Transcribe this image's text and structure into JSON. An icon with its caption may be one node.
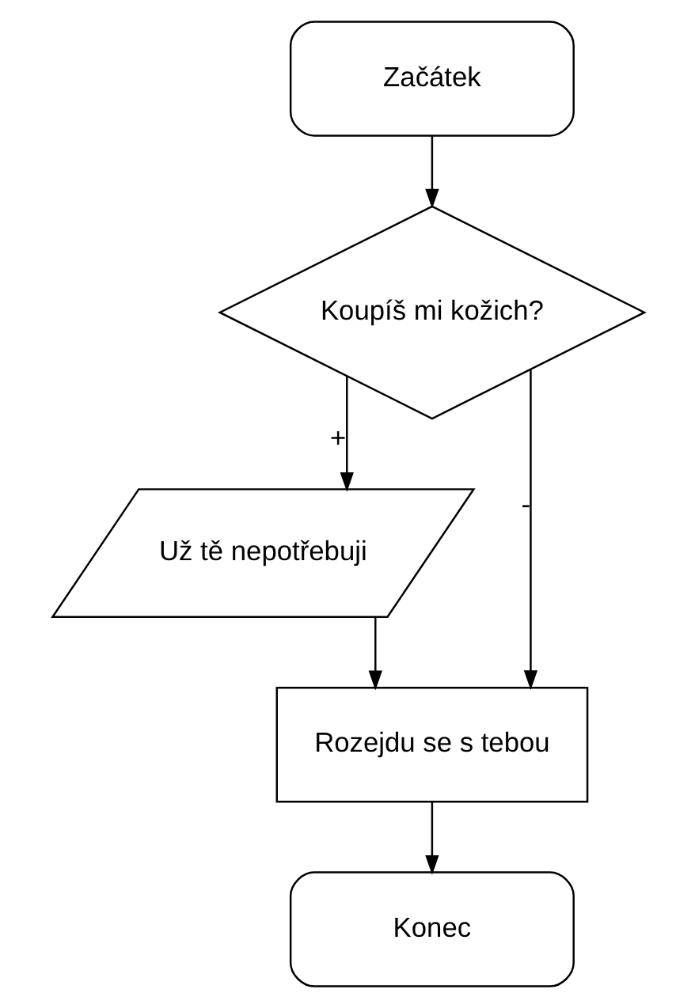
{
  "diagram": {
    "nodes": [
      {
        "text": [
          "Začátek"
        ]
      },
      {
        "text": [
          "Koupíš mi kožich?"
        ]
      },
      {
        "text": [
          "Už tě nepotřebuji"
        ]
      },
      {
        "text": [
          "Rozejdu se s tebou"
        ]
      },
      {
        "text": [
          "Konec"
        ]
      }
    ],
    "edges": [
      {
        "from": 0,
        "to": 1,
        "arrow": "to"
      },
      {
        "from": 1,
        "to": 2,
        "arrow": "to",
        "label": "+"
      },
      {
        "from": 1,
        "to": 3,
        "arrow": "to",
        "label": "-"
      },
      {
        "from": 2,
        "to": 3,
        "arrow": "to"
      },
      {
        "from": 3,
        "to": 4,
        "arrow": "to"
      }
    ]
  }
}
